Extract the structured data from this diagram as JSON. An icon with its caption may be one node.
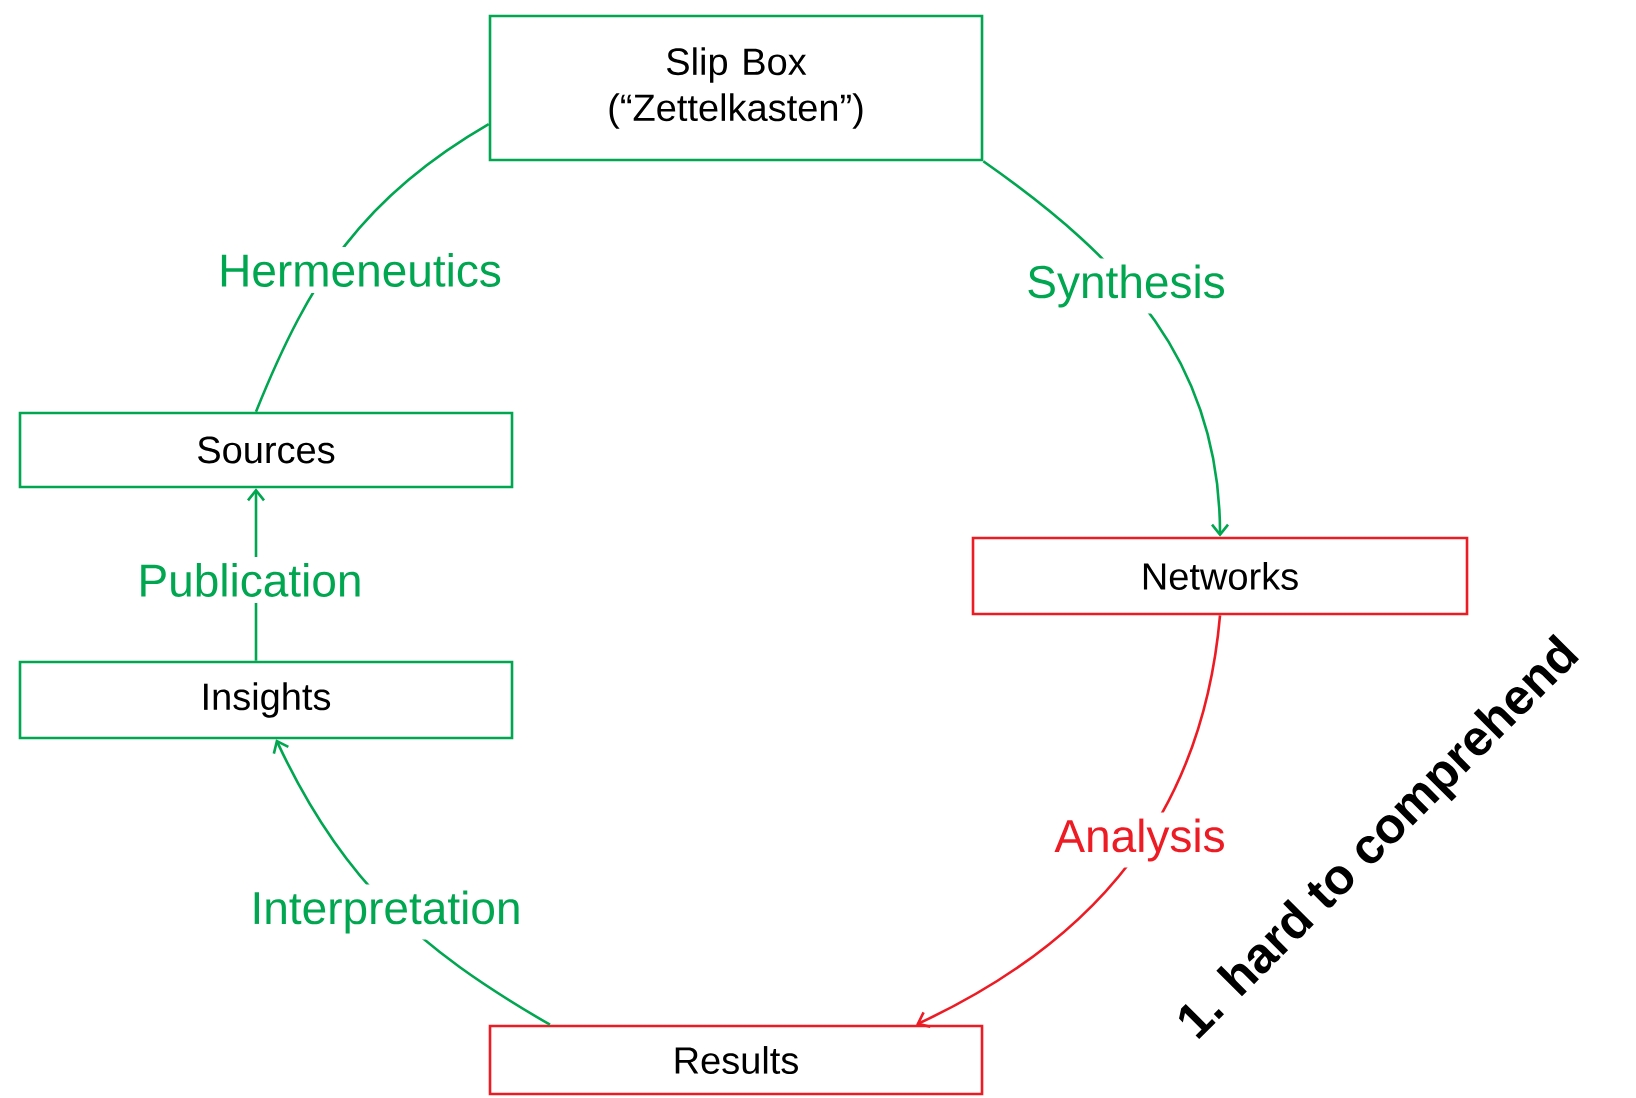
{
  "diagram": {
    "nodes": [
      {
        "text": [
          "Slip Box (“Zettelkasten”)"
        ]
      },
      {
        "text": [
          "Networks"
        ]
      },
      {
        "text": [
          "Results"
        ]
      },
      {
        "text": [
          "Insights"
        ]
      },
      {
        "text": [
          "Sources"
        ]
      }
    ],
    "edges": [
      {
        "from": 0,
        "to": 1,
        "arrow": "to",
        "label": "Synthesis"
      },
      {
        "from": 1,
        "to": 2,
        "arrow": "to",
        "label": "Analysis",
        "color": "#ed1c24"
      },
      {
        "from": 2,
        "to": 3,
        "arrow": "to",
        "label": "Interpretation"
      },
      {
        "from": 3,
        "to": 4,
        "arrow": "to",
        "label": "Publication"
      },
      {
        "from": 4,
        "to": 0,
        "arrow": "none",
        "label": "Hermeneutics"
      }
    ],
    "labels": [
      "1. hard to comprehend"
    ]
  }
}
